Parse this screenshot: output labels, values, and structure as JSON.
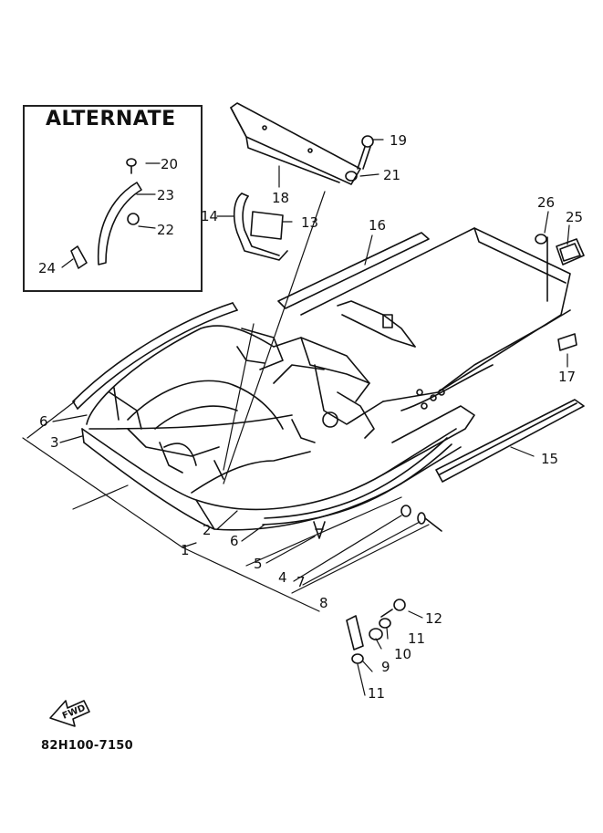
{
  "alternate_label": "ALTERNATE",
  "part_code": "82H100-7150",
  "fwd_label": "FWD",
  "callouts": {
    "c1": "1",
    "c2": "2",
    "c3": "3",
    "c4": "4",
    "c5": "5",
    "c6a": "6",
    "c6b": "6",
    "c7": "7",
    "c8": "8",
    "c9": "9",
    "c10": "10",
    "c11a": "11",
    "c11b": "11",
    "c12": "12",
    "c13": "13",
    "c14": "14",
    "c15": "15",
    "c16": "16",
    "c17": "17",
    "c18": "18",
    "c19": "19",
    "c20": "20",
    "c21": "21",
    "c22": "22",
    "c23": "23",
    "c24": "24",
    "c25": "25",
    "c26": "26"
  }
}
